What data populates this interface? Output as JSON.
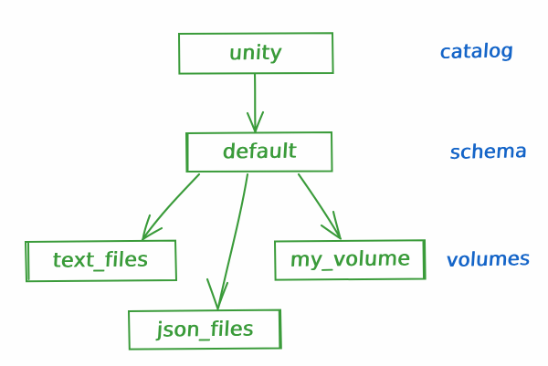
{
  "diagram": {
    "title": "unity-catalog-hierarchy",
    "background_color": "#fefefe",
    "node_color": "#3a9b3a",
    "label_color": "#1565c8",
    "nodes": [
      {
        "id": "unity",
        "label": "unity",
        "level": "catalog"
      },
      {
        "id": "default",
        "label": "default",
        "level": "schema"
      },
      {
        "id": "text_files",
        "label": "text_files",
        "level": "volumes"
      },
      {
        "id": "json_files",
        "label": "json_files",
        "level": "volumes"
      },
      {
        "id": "my_volume",
        "label": "my_volume",
        "level": "volumes"
      }
    ],
    "edges": [
      {
        "from": "unity",
        "to": "default"
      },
      {
        "from": "default",
        "to": "text_files"
      },
      {
        "from": "default",
        "to": "json_files"
      },
      {
        "from": "default",
        "to": "my_volume"
      }
    ],
    "level_labels": [
      {
        "id": "catalog",
        "text": "catalog"
      },
      {
        "id": "schema",
        "text": "schema"
      },
      {
        "id": "volumes",
        "text": "volumes"
      }
    ]
  }
}
